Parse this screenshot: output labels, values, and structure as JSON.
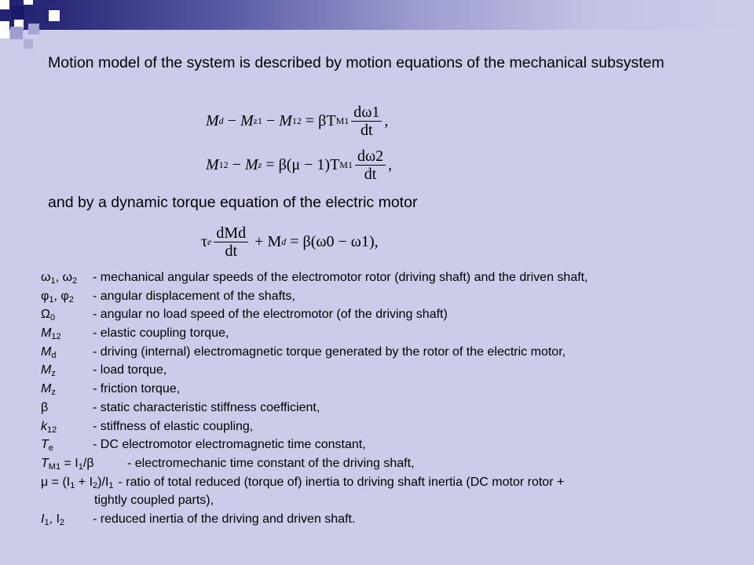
{
  "intro_text": "Motion model of the system is described by motion equations of the mechanical subsystem",
  "torque_intro": "and by a dynamic torque equation of the electric motor",
  "definitions": [
    {
      "sym": "ω",
      "sub": "1",
      "sym2": ", ω",
      "sub2": "2",
      "desc": "- mechanical angular speeds of the electromotor rotor (driving shaft) and the driven shaft,"
    },
    {
      "sym": "φ",
      "sub": "1",
      "sym2": ", φ",
      "sub2": "2",
      "desc": "- angular displacement of the shafts,"
    },
    {
      "sym": "Ω",
      "sub": "0",
      "sym2": "",
      "sub2": "",
      "desc": "- angular no load speed of the electromotor (of the driving shaft)"
    },
    {
      "sym": "M",
      "sub": "12",
      "sym2": "",
      "sub2": "",
      "desc": "- elastic coupling  torque,"
    },
    {
      "sym": "M",
      "sub": "d",
      "sym2": "",
      "sub2": "",
      "desc": "- driving (internal) electromagnetic torque generated by the rotor of the electric motor,"
    },
    {
      "sym": "M",
      "sub": "z",
      "sym2": "",
      "sub2": "",
      "desc": "- load torque,"
    },
    {
      "sym": "M",
      "sub": "z",
      "sym2": "",
      "sub2": "",
      "desc": "- friction torque,"
    },
    {
      "sym": "β",
      "sub": "",
      "sym2": "",
      "sub2": "",
      "desc": "- static characteristic stiffness coefficient,"
    },
    {
      "sym": "k",
      "sub": "12",
      "sym2": "",
      "sub2": "",
      "desc": "- stiffness of elastic coupling,"
    },
    {
      "sym": "T",
      "sub": "e",
      "sym2": "",
      "sub2": "",
      "desc": "- DC electromotor electromagnetic time constant,"
    },
    {
      "sym": "T",
      "sub": "M1",
      "sym2": " = I",
      "sub2": "1",
      "sym3": "/β",
      "desc": "- electromechanic time constant of the driving shaft,"
    },
    {
      "sym": "μ = (I",
      "sub": "1",
      "sym2": " + I",
      "sub2": "2",
      "sym3": ")/I",
      "sub3": "1",
      "desc": "- ratio of total reduced (torque of) inertia to driving shaft inertia (DC motor rotor +"
    },
    {
      "sym": "",
      "sub": "",
      "sym2": "",
      "sub2": "",
      "desc": "tightly coupled parts),"
    },
    {
      "sym": "I",
      "sub": "1",
      "sym2": ", I",
      "sub2": "2",
      "sym3": "",
      "desc": "- reduced inertia of the driving and driven shaft."
    }
  ],
  "eq1": {
    "lhs_a": "M",
    "lhs_a_sub": "d",
    "minus1": "−",
    "lhs_b": "M",
    "lhs_b_sub": "z1",
    "minus2": "−",
    "lhs_c": "M",
    "lhs_c_sub": "12",
    "eq": "= βT",
    "rhs_sub": "M1",
    "num": "dω1",
    "den": "dt",
    "tail": ","
  },
  "eq2": {
    "lhs_a": "M",
    "lhs_a_sub": "12",
    "minus1": "−",
    "lhs_b": "M",
    "lhs_b_sub": "z",
    "eq": "= β(μ − 1)T",
    "rhs_sub": "M1",
    "num": "dω2",
    "den": "dt",
    "tail": ","
  },
  "eq3": {
    "tau": "τ",
    "tau_sub": "e",
    "num": "dMd",
    "den": "dt",
    "plus": "+ M",
    "plus_sub": "d",
    "eq": "= β(ω0 − ω1),"
  }
}
